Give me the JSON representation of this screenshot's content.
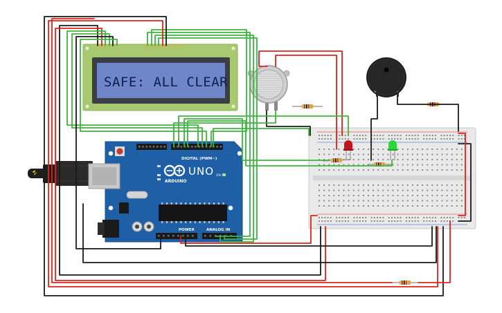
{
  "lcd": {
    "message": "SAFE: ALL CLEAR"
  },
  "arduino": {
    "model_label": "UNO",
    "brand_label": "ARDUINO",
    "digital_header_label": "DIGITAL (PWM~)",
    "power_label": "POWER",
    "analog_label": "ANALOG IN",
    "on_label": "ON"
  },
  "colors": {
    "wire_black": "#1a1a1a",
    "wire_red": "#e0201b",
    "wire_green": "#3fb33f",
    "board_blue": "#1f5fa5",
    "lcd_green": "#a8c96f",
    "lcd_screen": "#6f86c8",
    "breadboard": "#e9e9e9",
    "led_red": "#c0151b",
    "led_green": "#29d83a"
  },
  "icons": {
    "arduino_logo": "infinity-logo-icon",
    "usb_cable": "usb-cable-icon",
    "gas_sensor": "gas-sensor-icon",
    "buzzer": "piezo-buzzer-icon"
  }
}
